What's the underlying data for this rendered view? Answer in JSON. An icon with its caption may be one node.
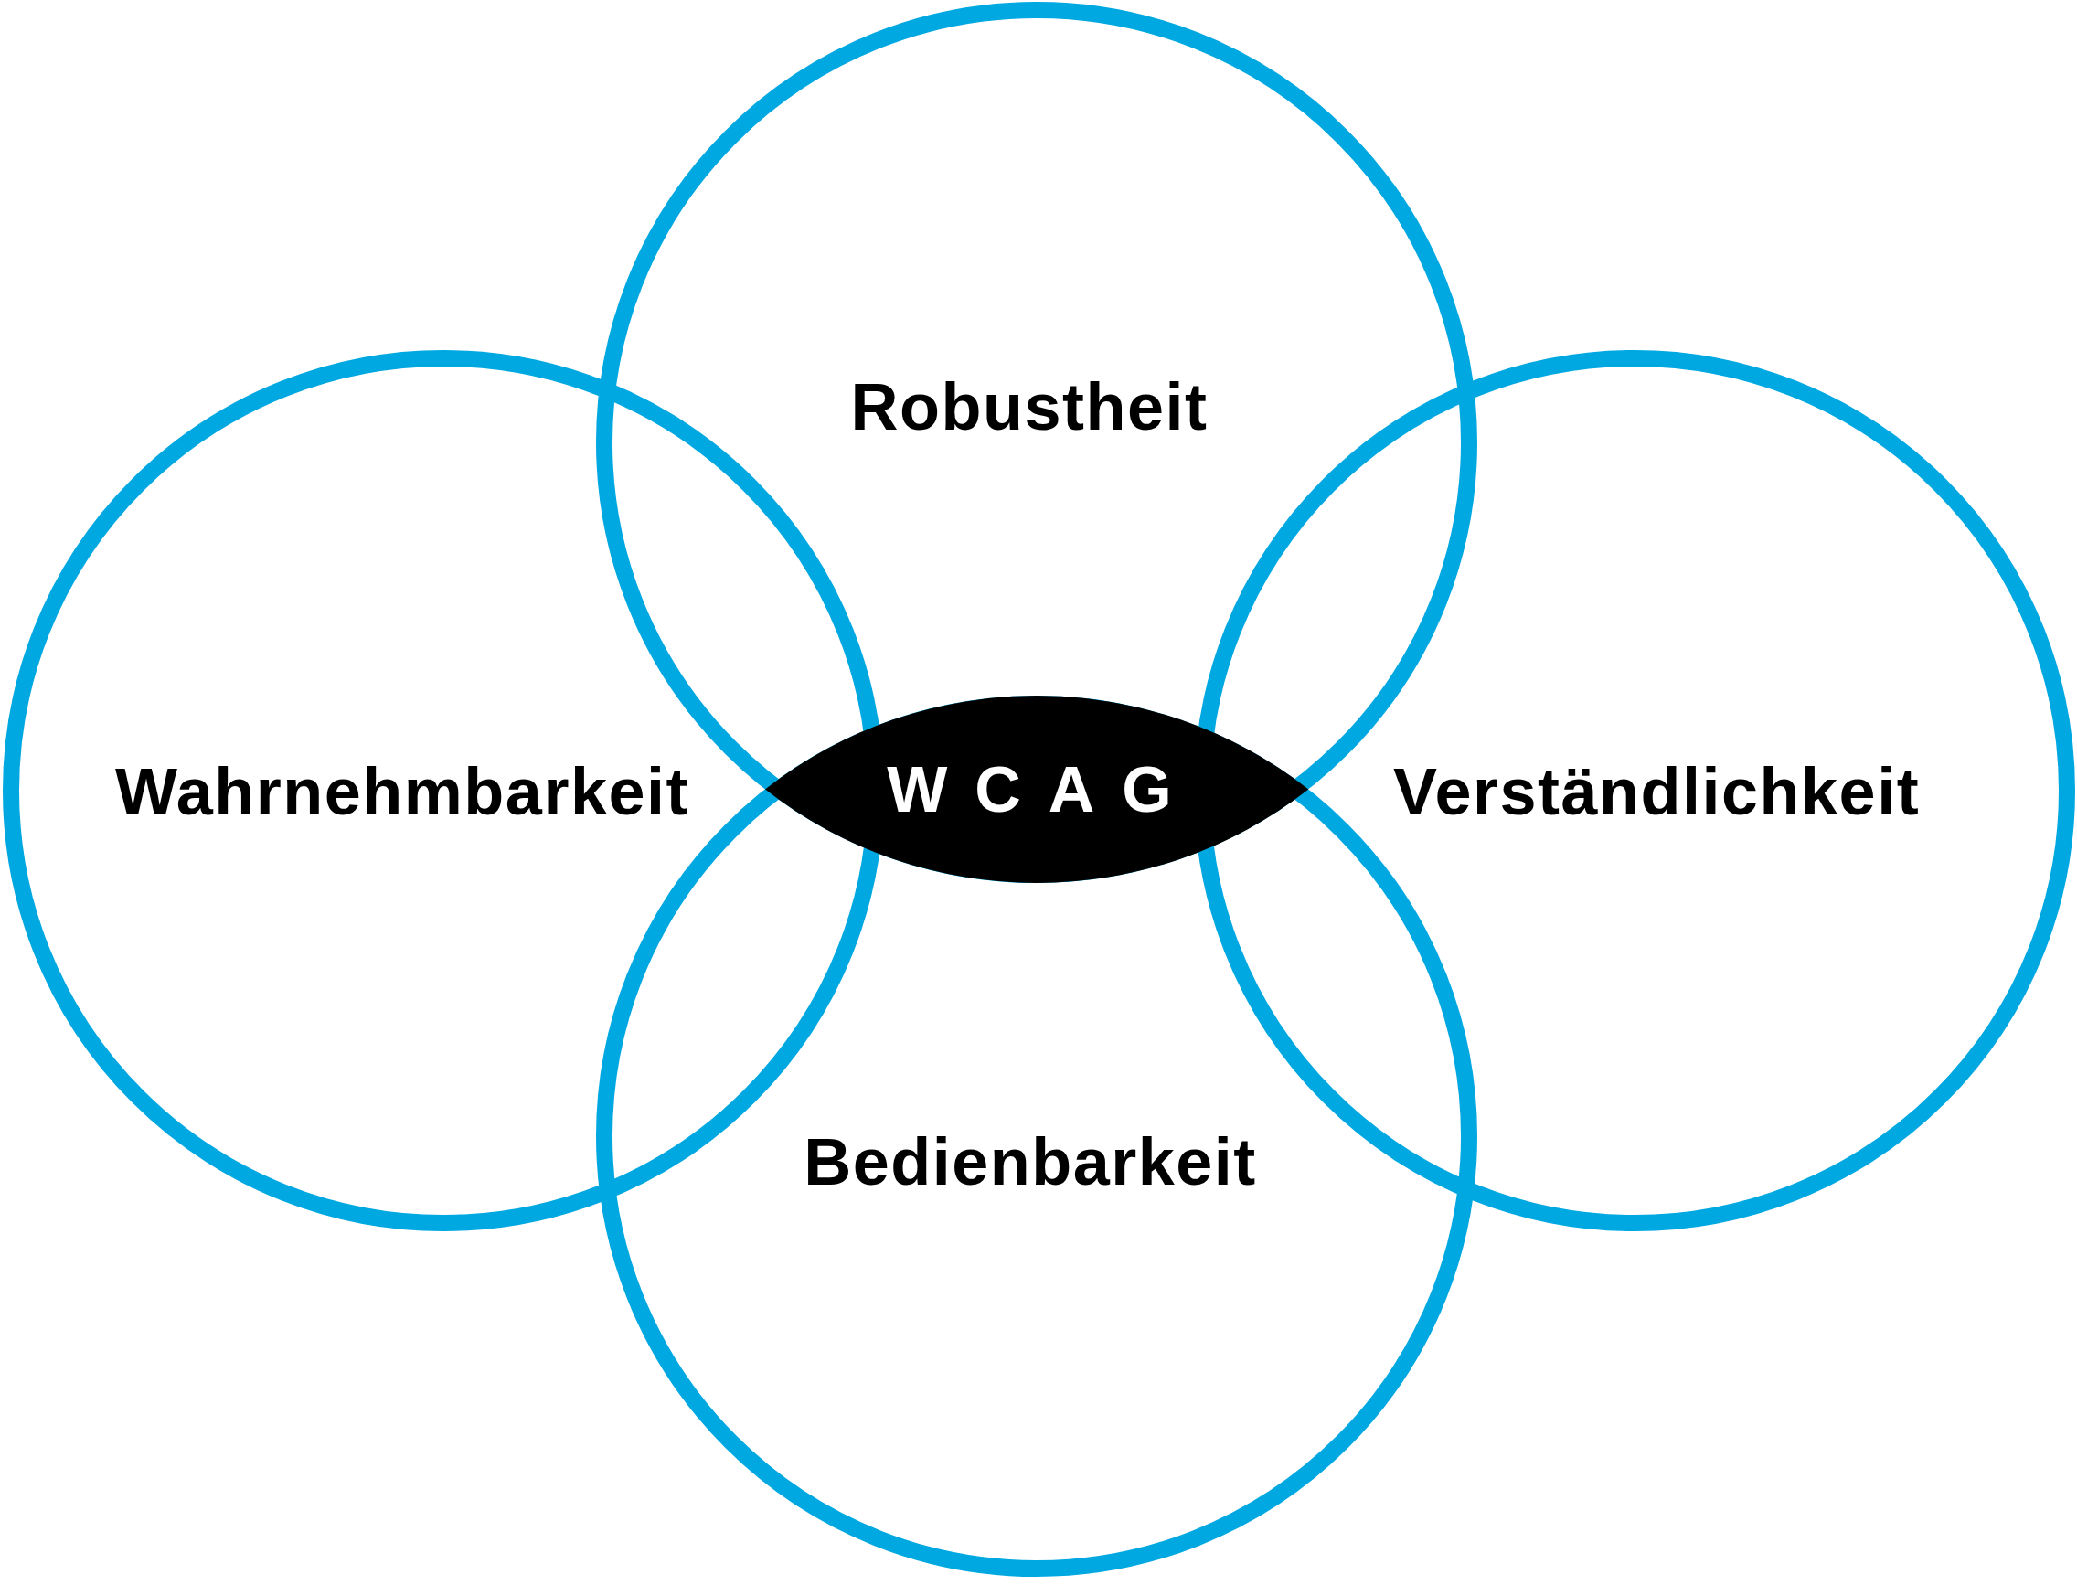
{
  "diagram": {
    "nodes": [
      {
        "text": [
          "Robustheit"
        ]
      },
      {
        "text": [
          "Wahrnehmbarkeit"
        ]
      },
      {
        "text": [
          "WCAG"
        ]
      },
      {
        "text": [
          "Verständlichkeit"
        ]
      },
      {
        "text": [
          "Bedienbarkeit"
        ]
      }
    ]
  }
}
